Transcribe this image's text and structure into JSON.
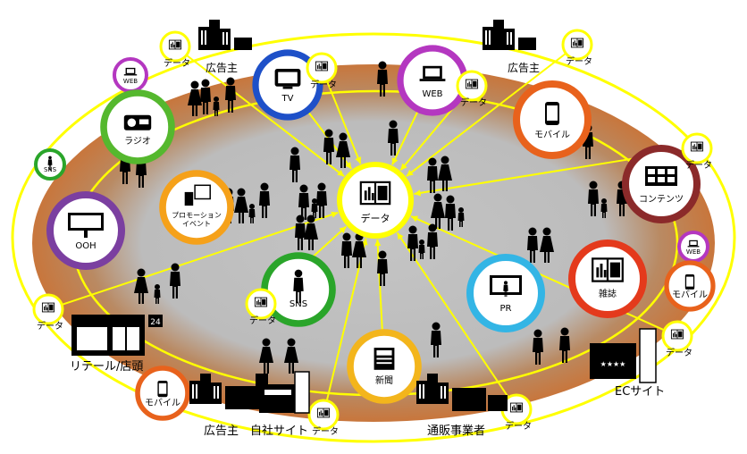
{
  "center": {
    "label": "データ"
  },
  "data_label": "データ",
  "media": {
    "tv": "TV",
    "web": "WEB",
    "web_small": "WEB",
    "radio": "ラジオ",
    "sns": "SNS",
    "sns_small": "SNS",
    "ooh": "OOH",
    "promo_line1": "プロモーション",
    "promo_line2": "イベント",
    "mobile": "モバイル",
    "mobile_right": "モバイル",
    "mobile_bottom": "モバイル",
    "contents": "コンテンツ",
    "magazine": "雑誌",
    "pr": "PR",
    "newspaper": "新聞"
  },
  "actors": {
    "advertiser_top_left": "広告主",
    "advertiser_top_right": "広告主",
    "advertiser_bottom": "広告主",
    "own_site": "自社サイト",
    "retail": "リテール/店頭",
    "ec_site": "ECサイト",
    "mail_order": "通販事業者",
    "store_sign": "24"
  },
  "colors": {
    "ring_yellow": "#ffff00",
    "tv": "#1e50c8",
    "web": "#b437c0",
    "radio": "#55b82e",
    "sns": "#2aa52a",
    "ooh": "#7b3fa0",
    "promo": "#f5a11a",
    "mobile": "#e8621c",
    "contents": "#8b2a2a",
    "magazine": "#e43a1c",
    "pr": "#33b5e5",
    "newspaper": "#f3b51c",
    "ellipse_edge": "#c8763c",
    "ellipse_center": "#bcbcbc"
  }
}
